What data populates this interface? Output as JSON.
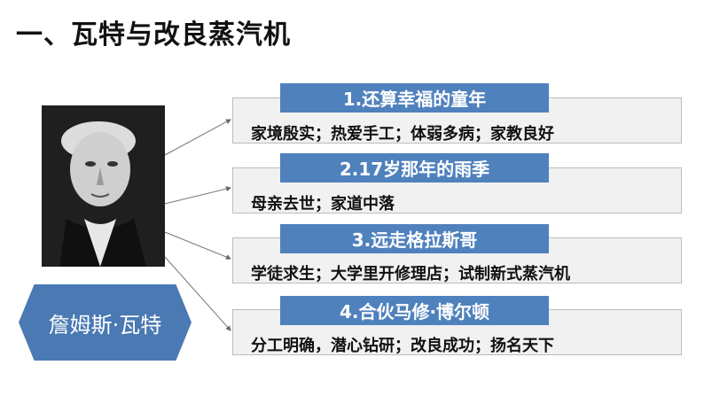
{
  "title": "一、瓦特与改良蒸汽机",
  "person": {
    "name": "詹姆斯·瓦特",
    "portrait_icon": "portrait-icon"
  },
  "stages": [
    {
      "heading": "1.还算幸福的童年",
      "detail": "家境殷实；热爱手工；体弱多病；家教良好"
    },
    {
      "heading": "2.17岁那年的雨季",
      "detail": "母亲去世；家道中落"
    },
    {
      "heading": "3.远走格拉斯哥",
      "detail": "学徒求生；大学里开修理店；试制新式蒸汽机"
    },
    {
      "heading": "4.合伙马修·博尔顿",
      "detail": "分工明确，潜心钻研；改良成功；扬名天下"
    }
  ],
  "colors": {
    "accent": "#4f81bd",
    "name_box": "#4a79b3",
    "card_bg": "#f1f1f1"
  }
}
